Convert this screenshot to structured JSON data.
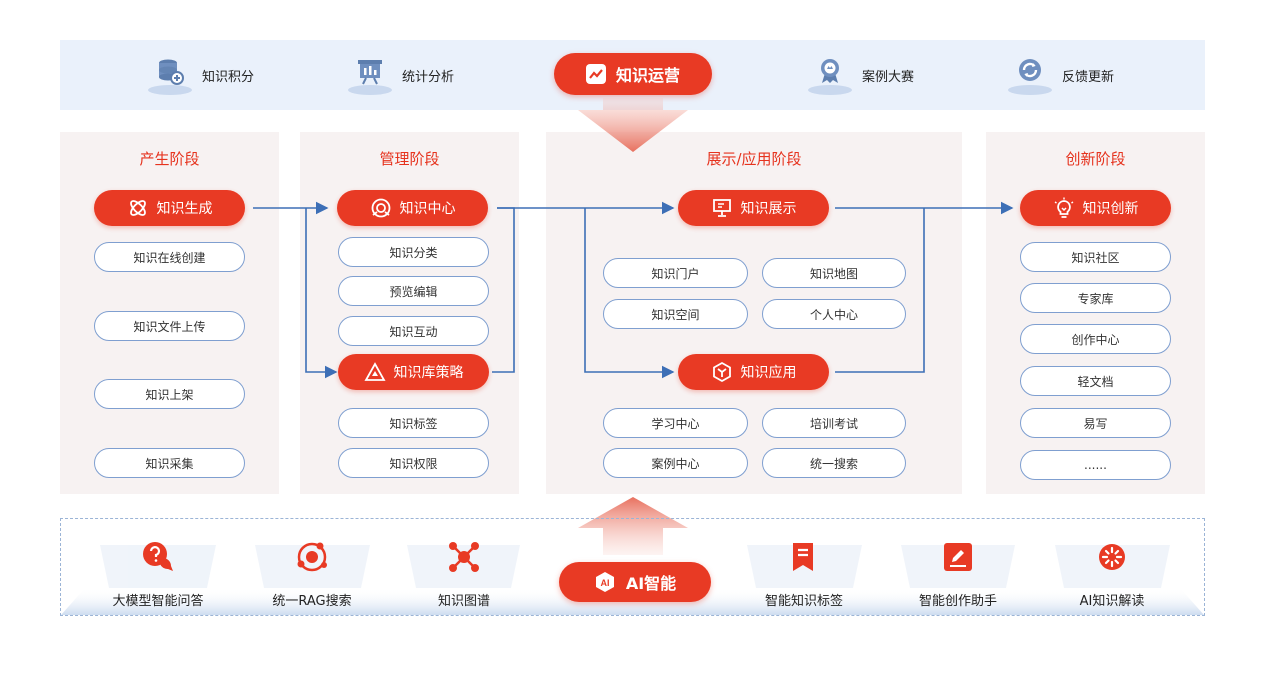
{
  "top": {
    "items": [
      {
        "label": "知识积分",
        "icon": "database-coin-icon"
      },
      {
        "label": "统计分析",
        "icon": "chart-board-icon"
      },
      {
        "label": "案例大赛",
        "icon": "award-ribbon-icon"
      },
      {
        "label": "反馈更新",
        "icon": "refresh-icon"
      }
    ],
    "center_label": "知识运营"
  },
  "stages": {
    "produce": {
      "title": "产生阶段",
      "main": "知识生成",
      "items": [
        "知识在线创建",
        "知识文件上传",
        "知识上架",
        "知识采集"
      ]
    },
    "manage": {
      "title": "管理阶段",
      "main": "知识中心",
      "items": [
        "知识分类",
        "预览编辑",
        "知识互动"
      ],
      "main2": "知识库策略",
      "items2": [
        "知识标签",
        "知识权限"
      ]
    },
    "display": {
      "title": "展示/应用阶段",
      "main": "知识展示",
      "items": [
        "知识门户",
        "知识地图",
        "知识空间",
        "个人中心"
      ],
      "main2": "知识应用",
      "items2": [
        "学习中心",
        "培训考试",
        "案例中心",
        "统一搜索"
      ]
    },
    "innovate": {
      "title": "创新阶段",
      "main": "知识创新",
      "items": [
        "知识社区",
        "专家库",
        "创作中心",
        "轻文档",
        "易写",
        "......"
      ]
    }
  },
  "bottom": {
    "center_label": "AI智能",
    "center_badge": "AI",
    "items": [
      {
        "label": "大模型智能问答",
        "icon": "question-chat-icon"
      },
      {
        "label": "统一RAG搜索",
        "icon": "rag-node-icon"
      },
      {
        "label": "知识图谱",
        "icon": "knowledge-graph-icon"
      },
      {
        "label": "智能知识标签",
        "icon": "bookmark-tag-icon"
      },
      {
        "label": "智能创作助手",
        "icon": "edit-pen-icon"
      },
      {
        "label": "AI知识解读",
        "icon": "ai-burst-icon"
      }
    ]
  },
  "colors": {
    "accent": "#e83a24",
    "panel": "#f7f2f2",
    "band": "#eaf1fb",
    "arrow": "#3d6fb6",
    "outline": "#7f9fd0"
  }
}
